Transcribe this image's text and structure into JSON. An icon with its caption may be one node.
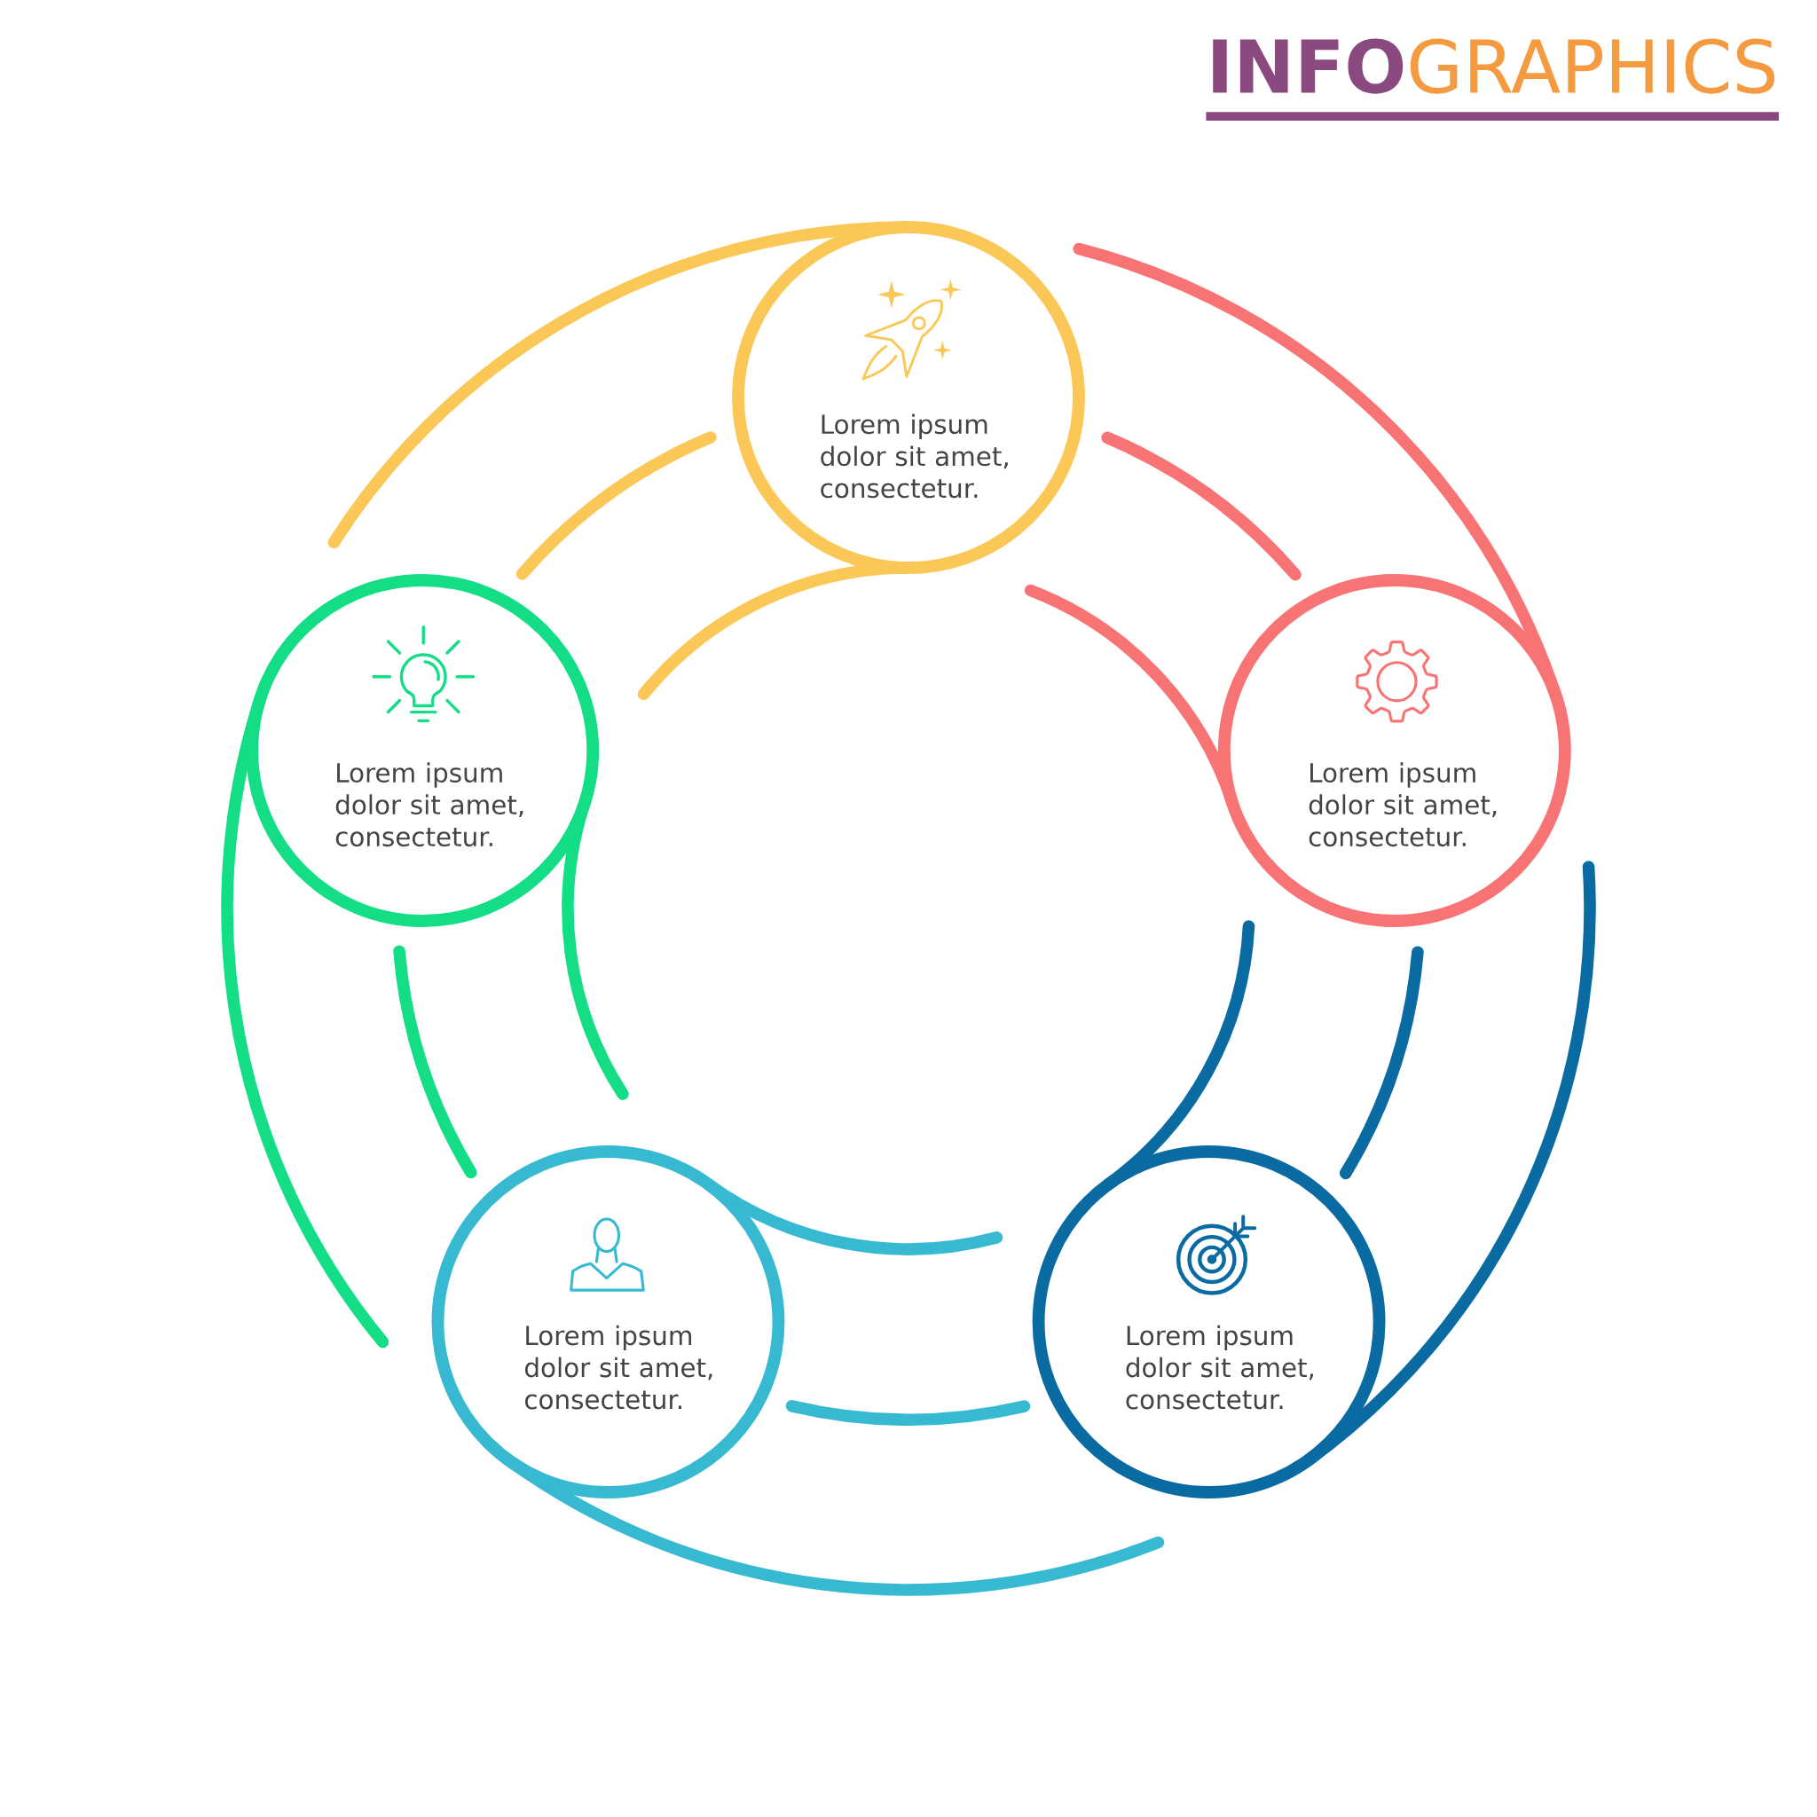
{
  "diagram": {
    "title": "**INFO**GRAPHICS",
    "nodes": [
      {
        "text": [
          "Lorem ipsum dolor sit amet, consectetur."
        ]
      },
      {
        "text": [
          "Lorem ipsum dolor sit amet, consectetur."
        ]
      },
      {
        "text": [
          "Lorem ipsum dolor sit amet, consectetur."
        ]
      },
      {
        "text": [
          "Lorem ipsum dolor sit amet, consectetur."
        ]
      },
      {
        "text": [
          "Lorem ipsum dolor sit amet, consectetur."
        ]
      }
    ]
  }
}
